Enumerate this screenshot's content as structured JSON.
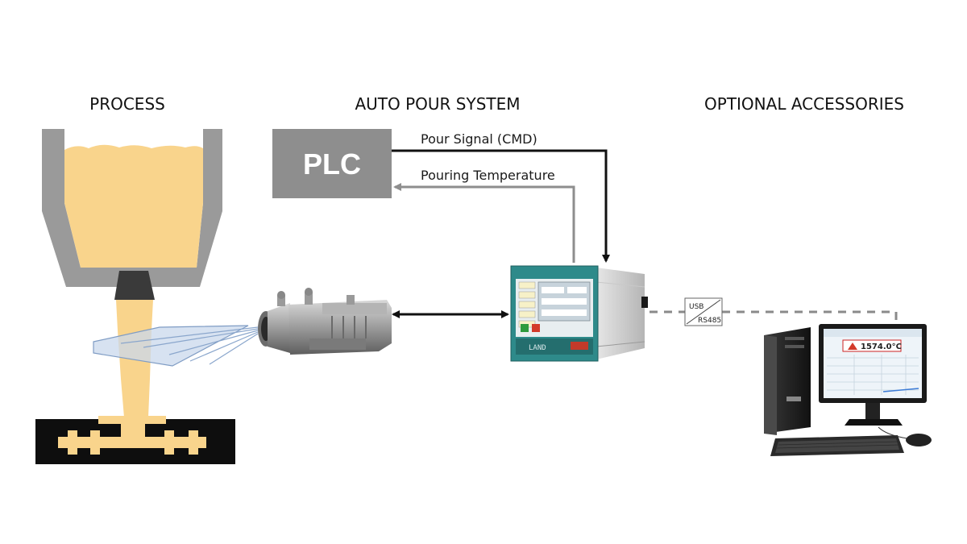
{
  "sections": {
    "process": "PROCESS",
    "auto_pour": "AUTO POUR SYSTEM",
    "optional": "OPTIONAL ACCESSORIES"
  },
  "plc": {
    "label": "PLC"
  },
  "signals": {
    "pour_signal": "Pour Signal (CMD)",
    "pouring_temperature": "Pouring Temperature"
  },
  "connection": {
    "usb": "USB",
    "rs485": "RS485"
  },
  "monitor": {
    "reading": "1574.0°C"
  },
  "controller": {
    "brand": "LAND"
  },
  "colors": {
    "melt": "#f9d48c",
    "ladle": "#9a9a9a",
    "plc": "#8e8e8e",
    "controller_body": "#2e8a8a",
    "dashed_line": "#8a8a8a",
    "black": "#111111"
  }
}
